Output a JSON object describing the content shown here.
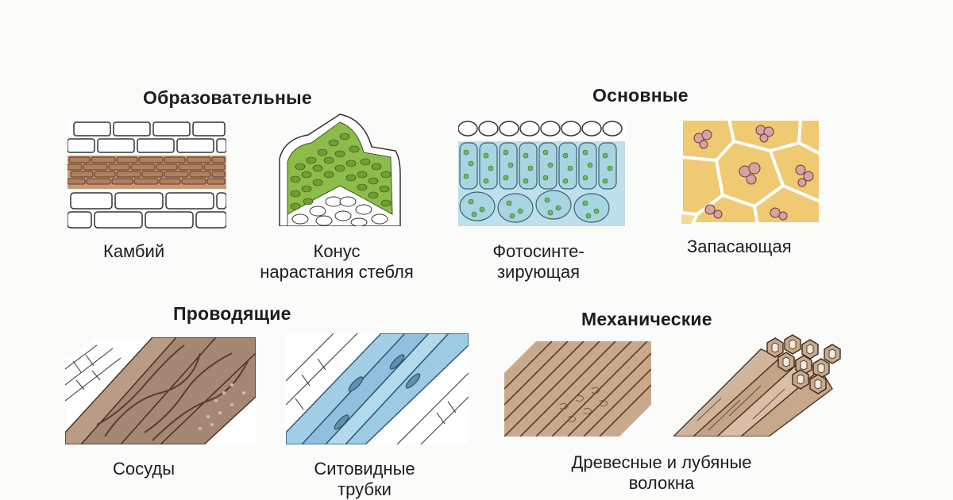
{
  "headings": {
    "educational": "Образовательные",
    "basic": "Основные",
    "conductive": "Проводящие",
    "mechanical": "Механические"
  },
  "captions": {
    "cambium": "Камбий",
    "cone_line1": "Конус",
    "cone_line2": "нарастания стебля",
    "photo_line1": "Фотосинте-",
    "photo_line2": "зирующая",
    "storage": "Запасающая",
    "vessels": "Сосуды",
    "sieve_line1": "Ситовидные",
    "sieve_line2": "трубки",
    "fibers_line1": "Древесные и лубяные",
    "fibers_line2": "волокна"
  },
  "colors": {
    "cambium_brown": "#b88a6a",
    "cone_green": "#7aa83c",
    "photo_blue": "#b9dbe6",
    "photo_green": "#58a84e",
    "storage_yellow": "#f0cf7c",
    "vessel_brown": "#9c7e66",
    "sieve_blue": "#8fbfdf",
    "fiber_tan": "#c6a88a"
  },
  "icons": {
    "cambium": "cambium-tissue-illustration",
    "cone": "growth-cone-illustration",
    "photosynthetic": "photosynthetic-tissue-illustration",
    "storage": "storage-tissue-illustration",
    "vessels": "vessels-illustration",
    "sieve": "sieve-tubes-illustration",
    "wood_fibers": "wood-fibers-illustration",
    "bast_fibers": "bast-fibers-illustration"
  }
}
